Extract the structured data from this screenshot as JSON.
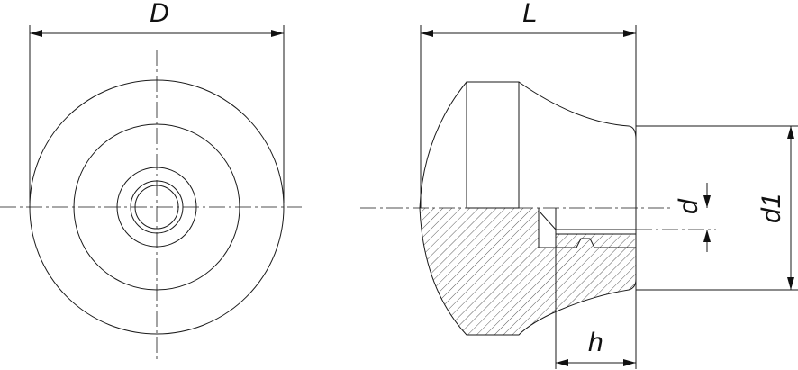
{
  "drawing": {
    "labels": {
      "diameter": "D",
      "length": "L",
      "bore": "d",
      "shank_diameter": "d1",
      "height": "h"
    },
    "line_color": "#1a1a1a"
  }
}
